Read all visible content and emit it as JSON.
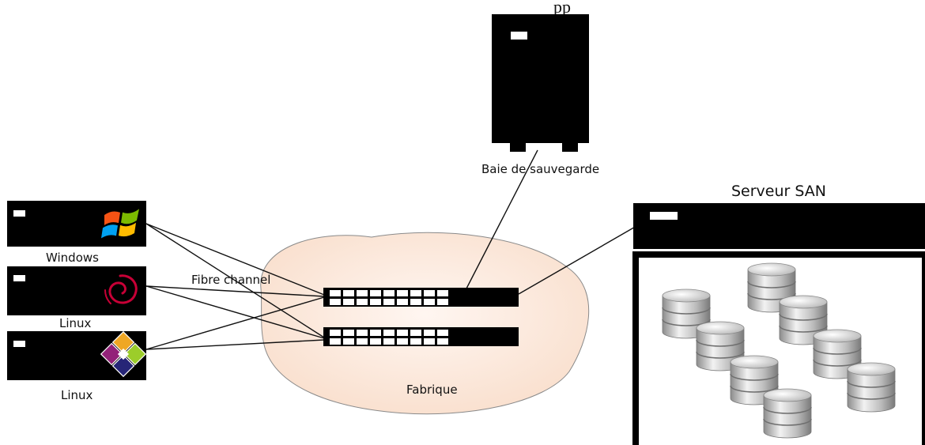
{
  "diagram": {
    "top_caption": "pp",
    "servers": [
      {
        "label": "Windows",
        "os_icon": "windows-logo-icon"
      },
      {
        "label": "Linux",
        "os_icon": "debian-swirl-icon"
      },
      {
        "label": "Linux",
        "os_icon": "centos-logo-icon"
      }
    ],
    "link_label": "Fibre channel",
    "fabric_label": "Fabrique",
    "backup_label": "Baie de sauvegarde",
    "san_title": "Serveur SAN",
    "colors": {
      "device": "#000000",
      "fabric_fill": "#fbe9dc",
      "fabric_stroke": "#8a8a8a",
      "debian_red": "#c70036",
      "disk_silver": "#c8c8c8"
    }
  }
}
